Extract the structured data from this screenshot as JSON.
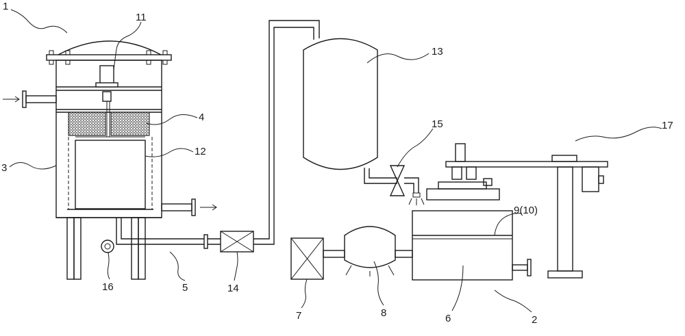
{
  "labels": {
    "l1": "1",
    "l2": "2",
    "l3": "3",
    "l4": "4",
    "l5": "5",
    "l6": "6",
    "l7": "7",
    "l8": "8",
    "l9": "9(10)",
    "l11": "11",
    "l12": "12",
    "l13": "13",
    "l14": "14",
    "l15": "15",
    "l16": "16",
    "l17": "17"
  }
}
